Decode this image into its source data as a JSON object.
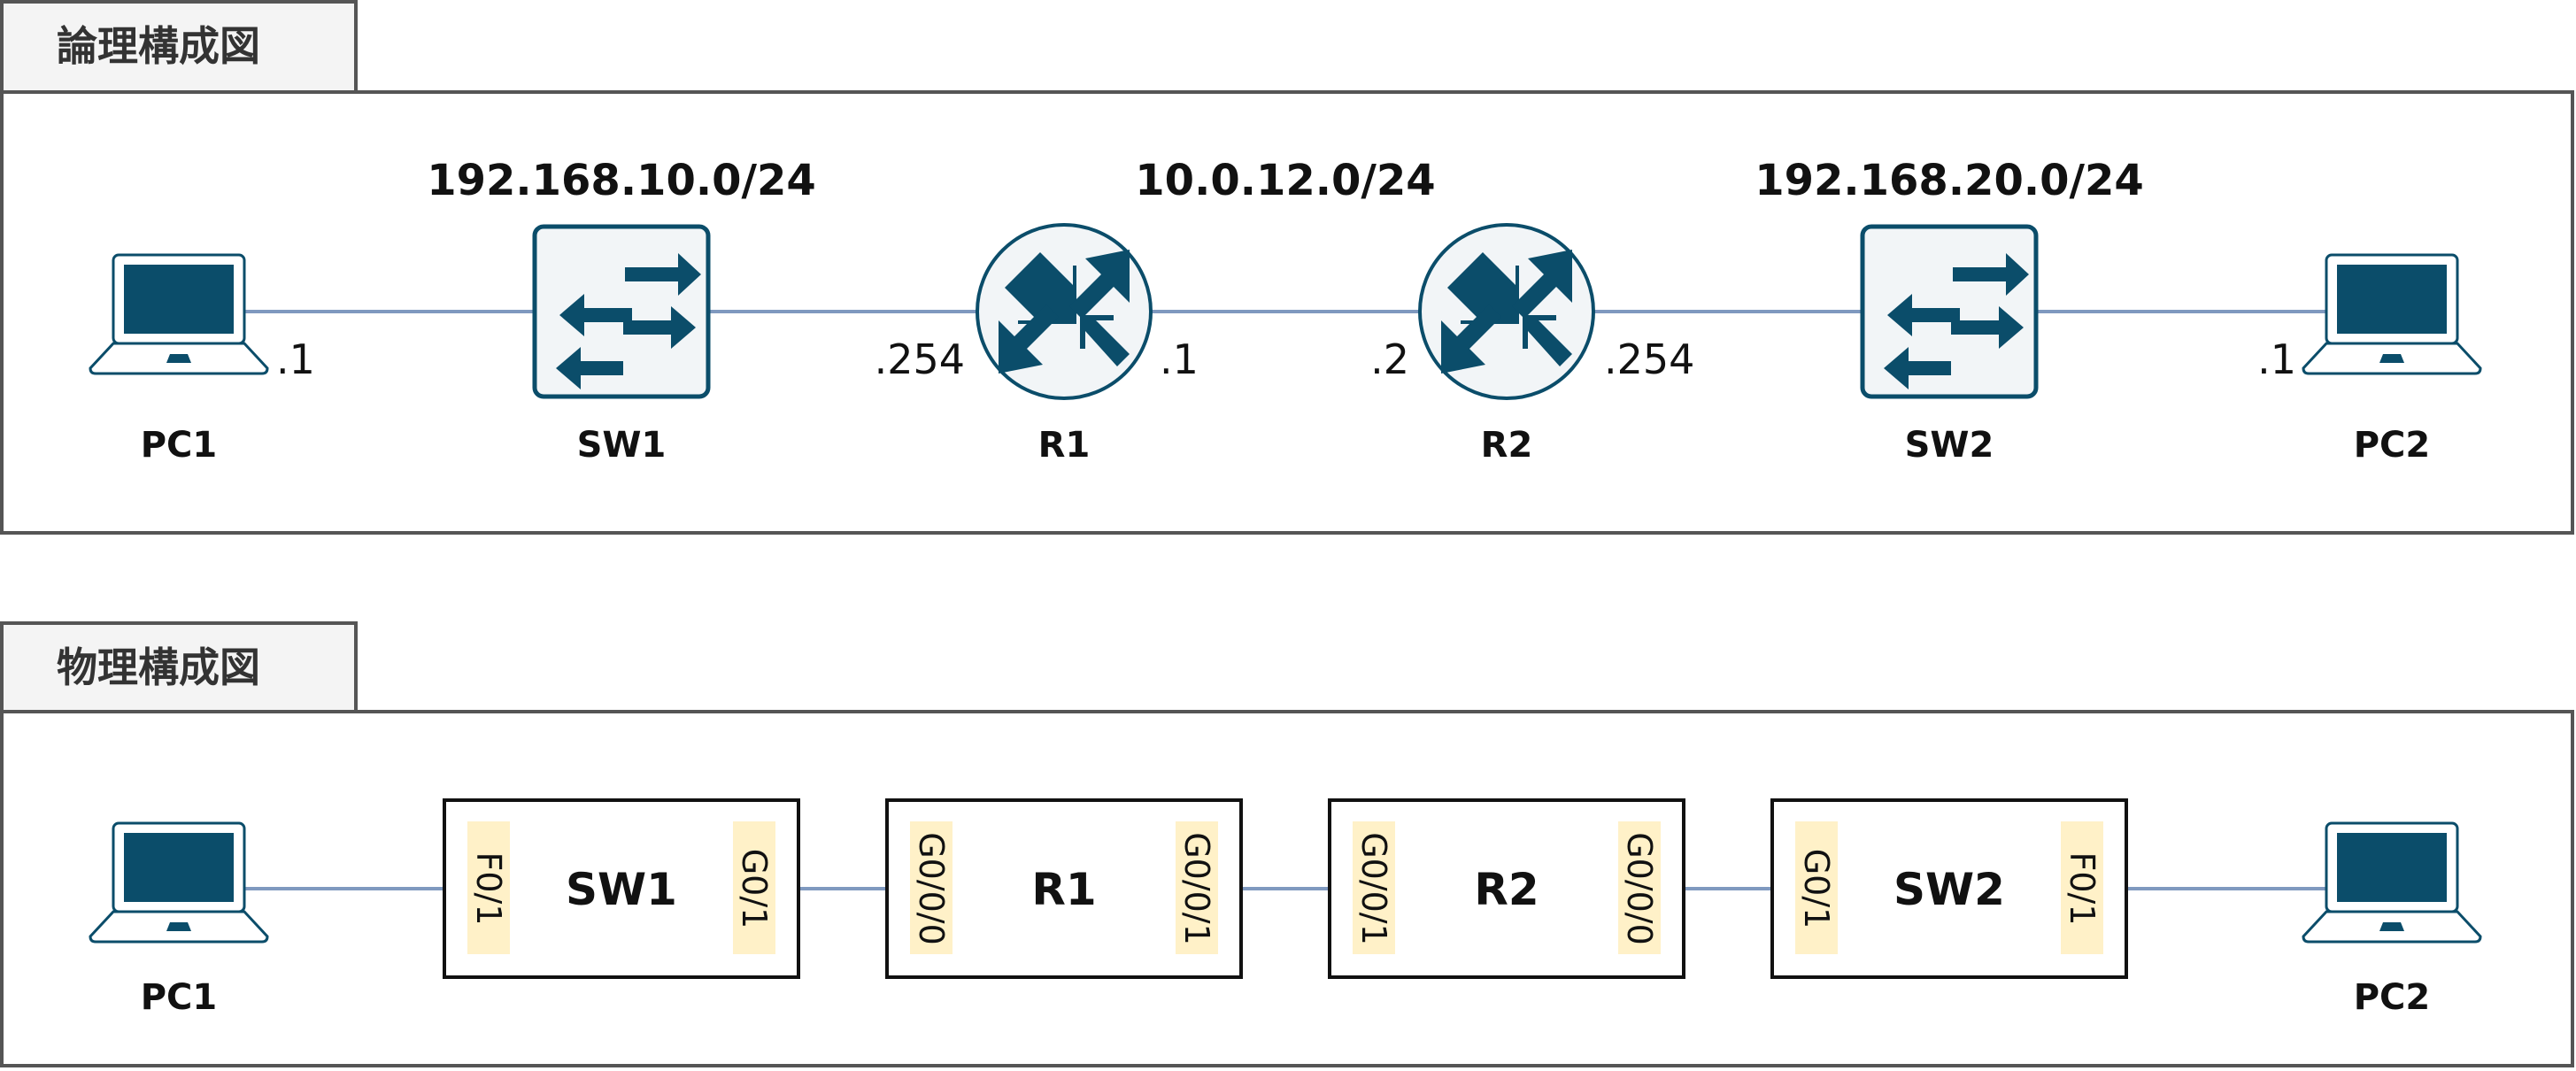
{
  "colors": {
    "link": "#7f99bf",
    "device": "#0b4d6a",
    "device_fill": "#f2f5f7",
    "port_highlight": "#fff1c8",
    "frame": "#555555",
    "tab_fill": "#f4f4f4"
  },
  "logical": {
    "title": "論理構成図",
    "networks": {
      "lan1": "192.168.10.0/24",
      "wan": "10.0.12.0/24",
      "lan2": "192.168.20.0/24"
    },
    "devices": {
      "pc1": "PC1",
      "sw1": "SW1",
      "r1": "R1",
      "r2": "R2",
      "sw2": "SW2",
      "pc2": "PC2"
    },
    "host_addresses": {
      "pc1": ".1",
      "r1_lan": ".254",
      "r1_wan": ".1",
      "r2_wan": ".2",
      "r2_lan": ".254",
      "pc2": ".1"
    },
    "icons": {
      "pc": "laptop-icon",
      "switch": "switch-icon",
      "router": "router-icon"
    }
  },
  "physical": {
    "title": "物理構成図",
    "devices": {
      "pc1": "PC1",
      "sw1": "SW1",
      "r1": "R1",
      "r2": "R2",
      "sw2": "SW2",
      "pc2": "PC2"
    },
    "ports": {
      "sw1_left": "F0/1",
      "sw1_right": "G0/1",
      "r1_left": "G0/0/0",
      "r1_right": "G0/0/1",
      "r2_left": "G0/0/1",
      "r2_right": "G0/0/0",
      "sw2_left": "G0/1",
      "sw2_right": "F0/1"
    }
  }
}
